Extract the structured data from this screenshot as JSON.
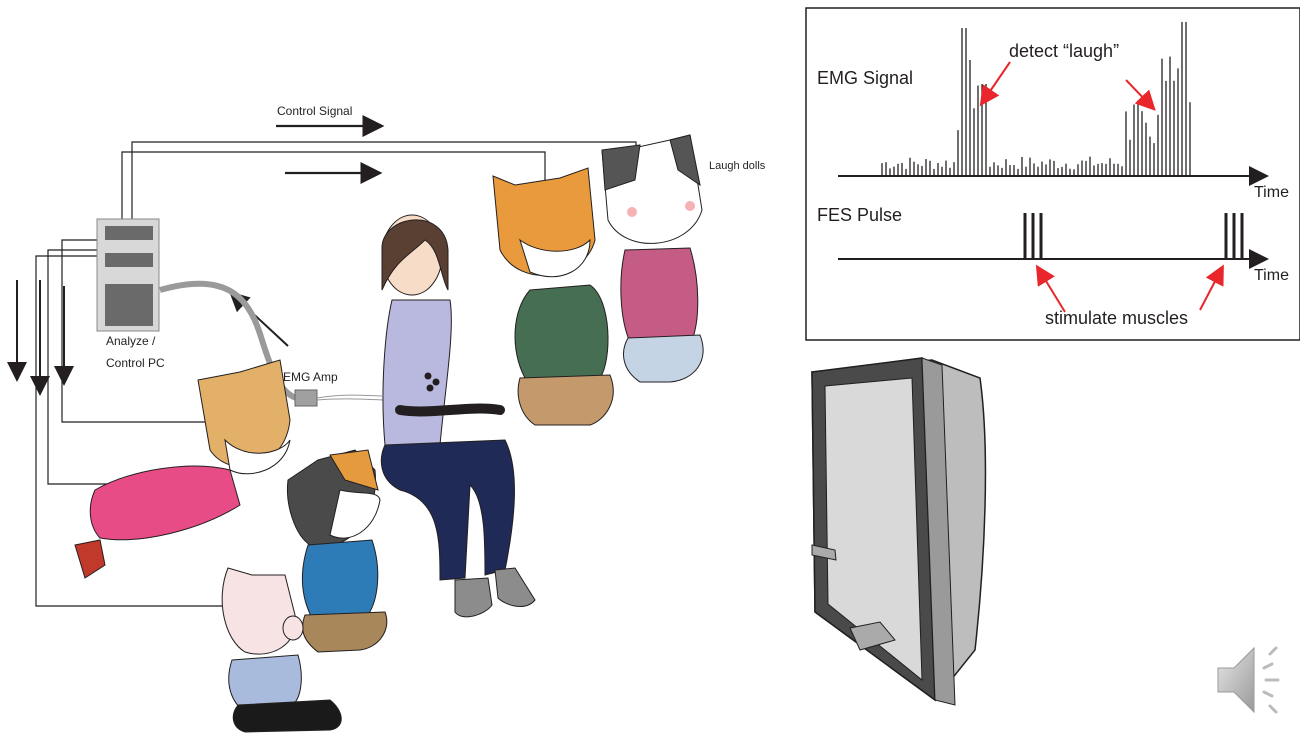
{
  "system": {
    "control_signal": "Control Signal",
    "laugh_dolls": "Laugh dolls",
    "pc_label_line1": "Analyze /",
    "pc_label_line2": "Control PC",
    "emg_amp": "EMG Amp"
  },
  "signals": {
    "emg_signal": "EMG Signal",
    "fes_pulse": "FES Pulse",
    "time_top": "Time",
    "time_bottom": "Time",
    "detect_laugh": "detect “laugh”",
    "stimulate_muscles": "stimulate muscles"
  },
  "icons": {
    "speaker": "speaker-icon"
  },
  "colors": {
    "line": "#231f20",
    "arrow_red": "#e8262b",
    "cable": "#9a9a9a",
    "cat_orange": "#e89a3c",
    "dress_pink": "#e84c86",
    "woman_top": "#b9b8de",
    "jeans": "#1f2a56"
  }
}
